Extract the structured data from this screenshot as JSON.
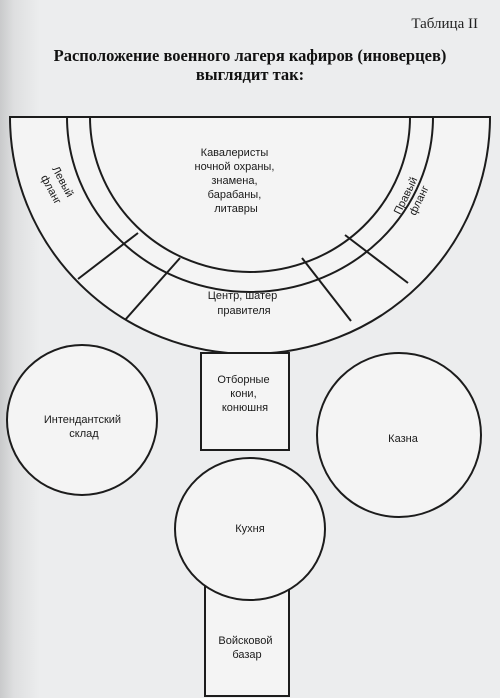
{
  "page": {
    "table_label": "Таблица II",
    "title_line1": "Расположение военного лагеря кафиров (иноверцев)",
    "title_line2": "выглядит так:"
  },
  "diagram": {
    "zones": {
      "cavalry": [
        "Кавалеристы",
        "ночной охраны,",
        "знамена,",
        "барабаны,",
        "литавры"
      ],
      "left_flank": [
        "Левый",
        "фланг"
      ],
      "right_flank": [
        "Правый",
        "фланг"
      ],
      "center": [
        "Центр, шатер",
        "правителя"
      ],
      "stable": [
        "Отборные",
        "кони,",
        "конюшня"
      ],
      "warehouse": [
        "Интендантский",
        "склад"
      ],
      "treasury": [
        "Казна"
      ],
      "kitchen": [
        "Кухня"
      ],
      "bazaar": [
        "Войсковой",
        "базар"
      ]
    }
  }
}
